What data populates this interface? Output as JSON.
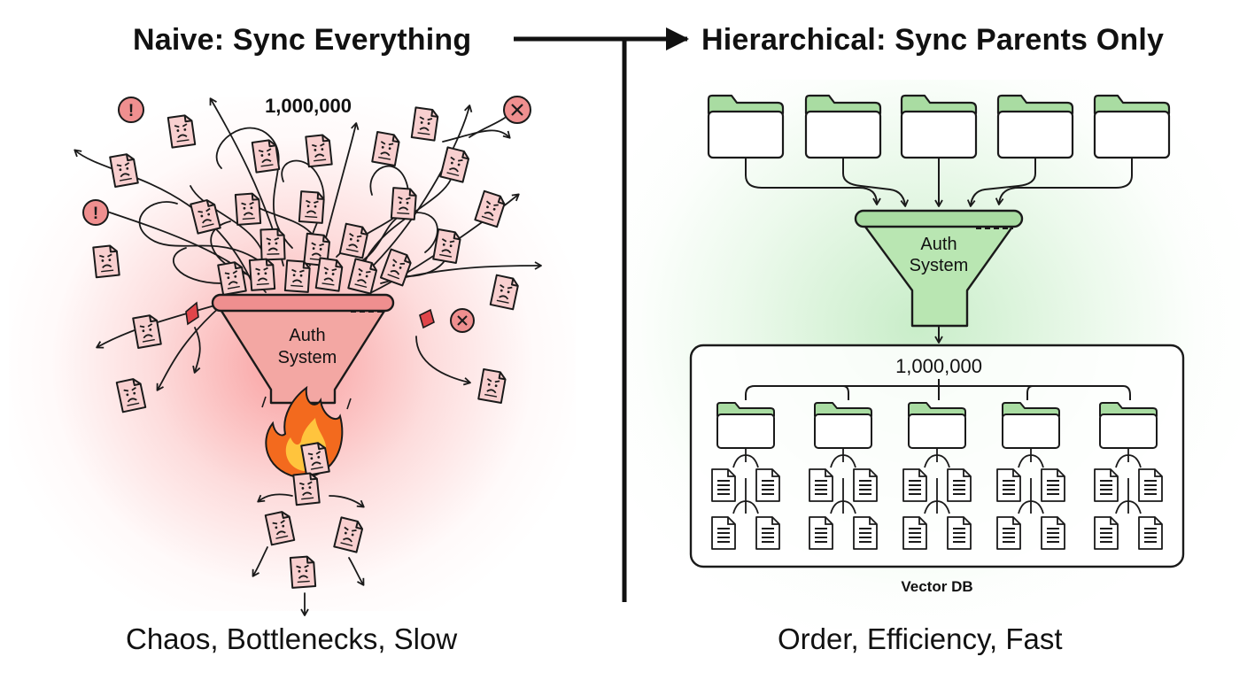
{
  "left_panel": {
    "title": "Naive: Sync Everything",
    "count": "1,000,000",
    "funnel_label_line1": "Auth",
    "funnel_label_line2": "System",
    "caption": "Chaos, Bottlenecks, Slow"
  },
  "right_panel": {
    "title": "Hierarchical: Sync Parents Only",
    "funnel_label_line1": "Auth",
    "funnel_label_line2": "System",
    "db_count": "1,000,000",
    "db_label": "Vector DB",
    "caption": "Order, Efficiency, Fast"
  },
  "colors": {
    "chaos_red": "#e0454a",
    "chaos_fill": "#f6b3b3",
    "order_green": "#9fd89a",
    "order_fill": "#c9efc4",
    "ink": "#111111",
    "flame_orange": "#f36a1e",
    "flame_yellow": "#ffc43d"
  },
  "icons": {
    "doc": "frowning-document-icon",
    "alert": "exclamation-icon",
    "error": "x-circle-icon",
    "folder": "folder-icon",
    "file": "file-lines-icon",
    "fire": "fire-icon"
  }
}
